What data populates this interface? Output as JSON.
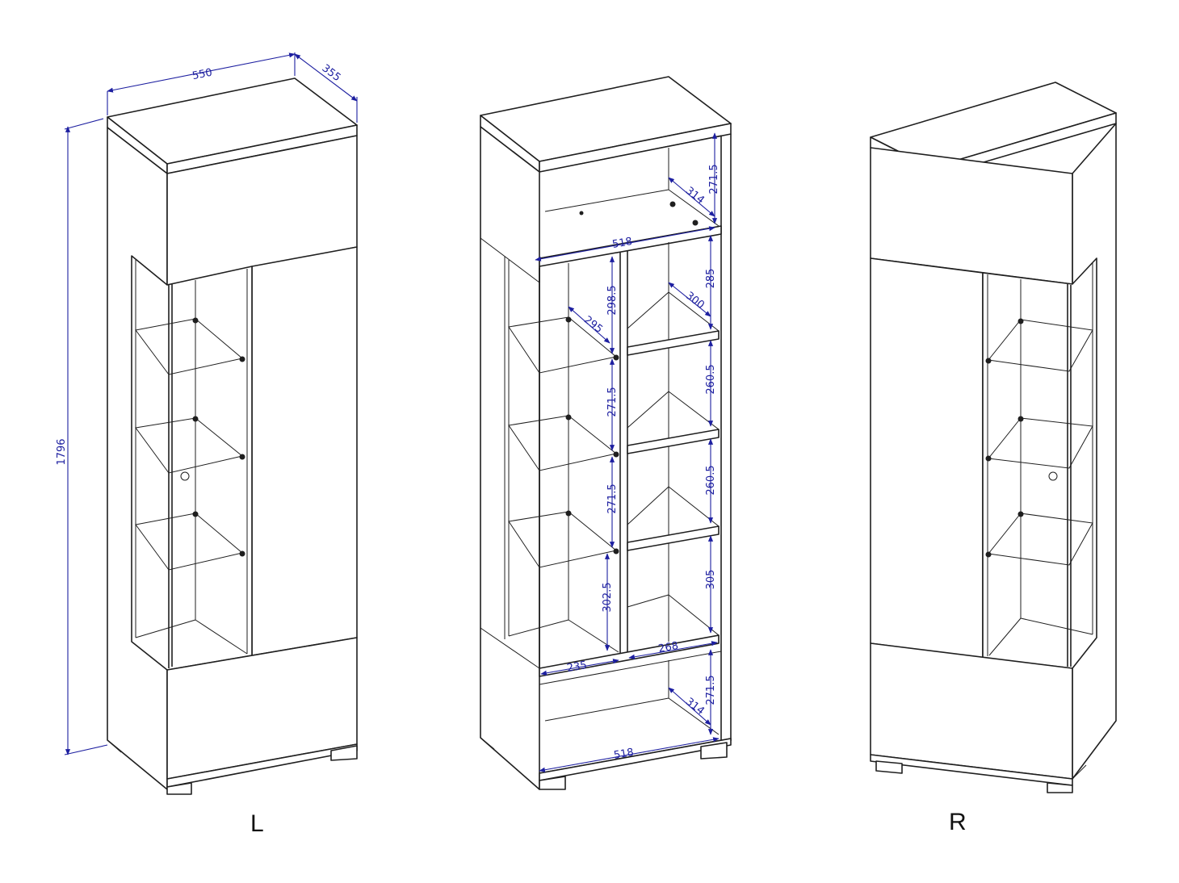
{
  "labels": {
    "left": "L",
    "right": "R"
  },
  "colors": {
    "line": "#1f1f1f",
    "dimension": "#1d1fa0",
    "background": "#ffffff"
  },
  "dimensions": {
    "width": "550",
    "depth": "355",
    "height": "1796",
    "top_compartment_height": "271.5",
    "top_compartment_depth": "314",
    "top_shelf_width": "518",
    "right_compartment_1_height": "285",
    "right_shelf_depth": "300",
    "right_compartment_2_height": "260.5",
    "right_compartment_3_height": "260.5",
    "right_compartment_4_height": "305",
    "left_compartment_1_height": "298.5",
    "glass_shelf_depth": "295",
    "left_compartment_2_height": "271.5",
    "left_compartment_3_height": "271.5",
    "left_compartment_4_height": "302.5",
    "left_bottom_width": "235",
    "right_bottom_width": "268",
    "bottom_compartment_height": "271.5",
    "bottom_compartment_depth": "314",
    "bottom_width": "518"
  }
}
